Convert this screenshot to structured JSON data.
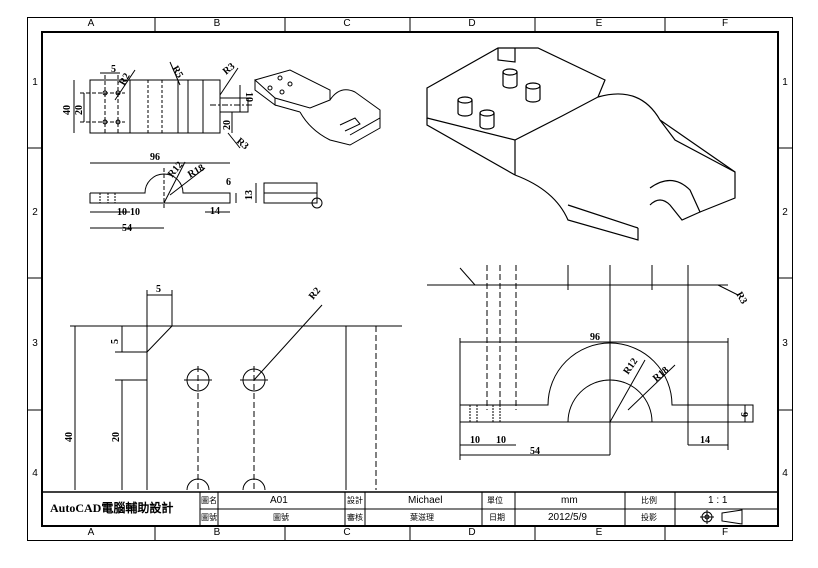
{
  "zones": {
    "columns": [
      "A",
      "B",
      "C",
      "D",
      "E",
      "F"
    ],
    "rows": [
      "1",
      "2",
      "3",
      "4"
    ]
  },
  "dimensions": {
    "top_view": {
      "d5": "5",
      "r2": "R2",
      "r5": "R5",
      "r3a": "R3",
      "d10": "10",
      "d40": "40",
      "d20a": "20",
      "d20b": "20",
      "r3b": "R3"
    },
    "front_view": {
      "d96": "96",
      "r12": "R12",
      "r18": "R18",
      "d6": "6",
      "d13": "13",
      "d10a": "10",
      "d10b": "10",
      "d14": "14",
      "d54": "54"
    },
    "detail_view": {
      "d5": "5",
      "r2": "R2",
      "d5v": "5",
      "d40": "40",
      "d20": "20"
    },
    "large_front": {
      "r3": "R3",
      "d96": "96",
      "r12": "R12",
      "r18": "R18",
      "d6": "6",
      "d10a": "10",
      "d10b": "10",
      "d54": "54",
      "d14": "14"
    }
  },
  "title_block": {
    "school": "AutoCAD電腦輔助設計",
    "drawing_name_label": "圖名",
    "drawing_name": "A01",
    "designer_label": "設計",
    "designer": "Michael",
    "unit_label": "單位",
    "unit": "mm",
    "scale_label": "比例",
    "scale": "1 : 1",
    "drawing_no_label": "圖號",
    "drawing_no": "圖號",
    "checker_label": "審核",
    "checker": "葉滋理",
    "date_label": "日期",
    "date": "2012/5/9",
    "projection_label": "投影"
  }
}
